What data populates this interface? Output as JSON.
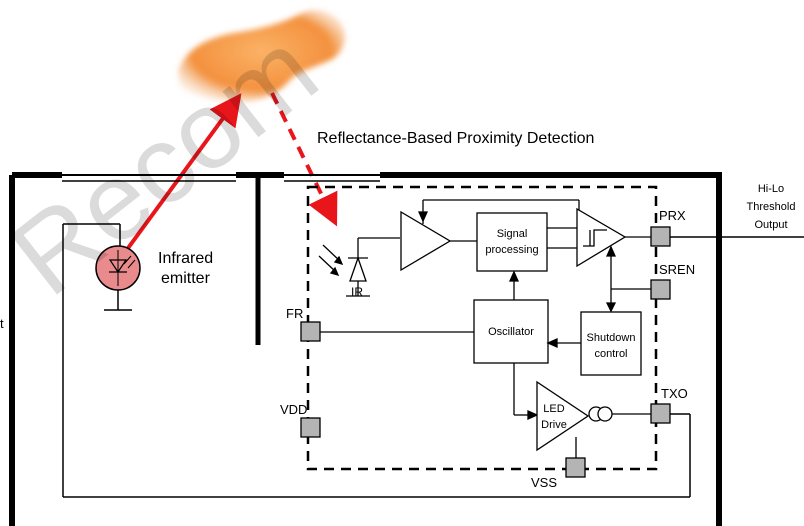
{
  "title": "Reflectance-Based Proximity Detection",
  "emitter_label_line1": "Infrared",
  "emitter_label_line2": "emitter",
  "output_label_line1": "Hi-Lo",
  "output_label_line2": "Threshold",
  "output_label_line3": "Output",
  "blocks": {
    "signal_line1": "Signal",
    "signal_line2": "processing",
    "oscillator": "Oscillator",
    "shutdown_line1": "Shutdown",
    "shutdown_line2": "control",
    "led_line1": "LED",
    "led_line2": "Drive"
  },
  "pins": {
    "prx": "PRX",
    "sren": "SREN",
    "fr": "FR",
    "vdd": "VDD",
    "txo": "TXO",
    "vss": "VSS",
    "ir": "IR"
  },
  "edge_text": "t",
  "watermark": "Recom",
  "colors": {
    "arrow_red": "#e8161b",
    "emitter_fill": "#e98a8c",
    "pin_fill": "#b4b4b4",
    "hand": "#f39a4a"
  }
}
